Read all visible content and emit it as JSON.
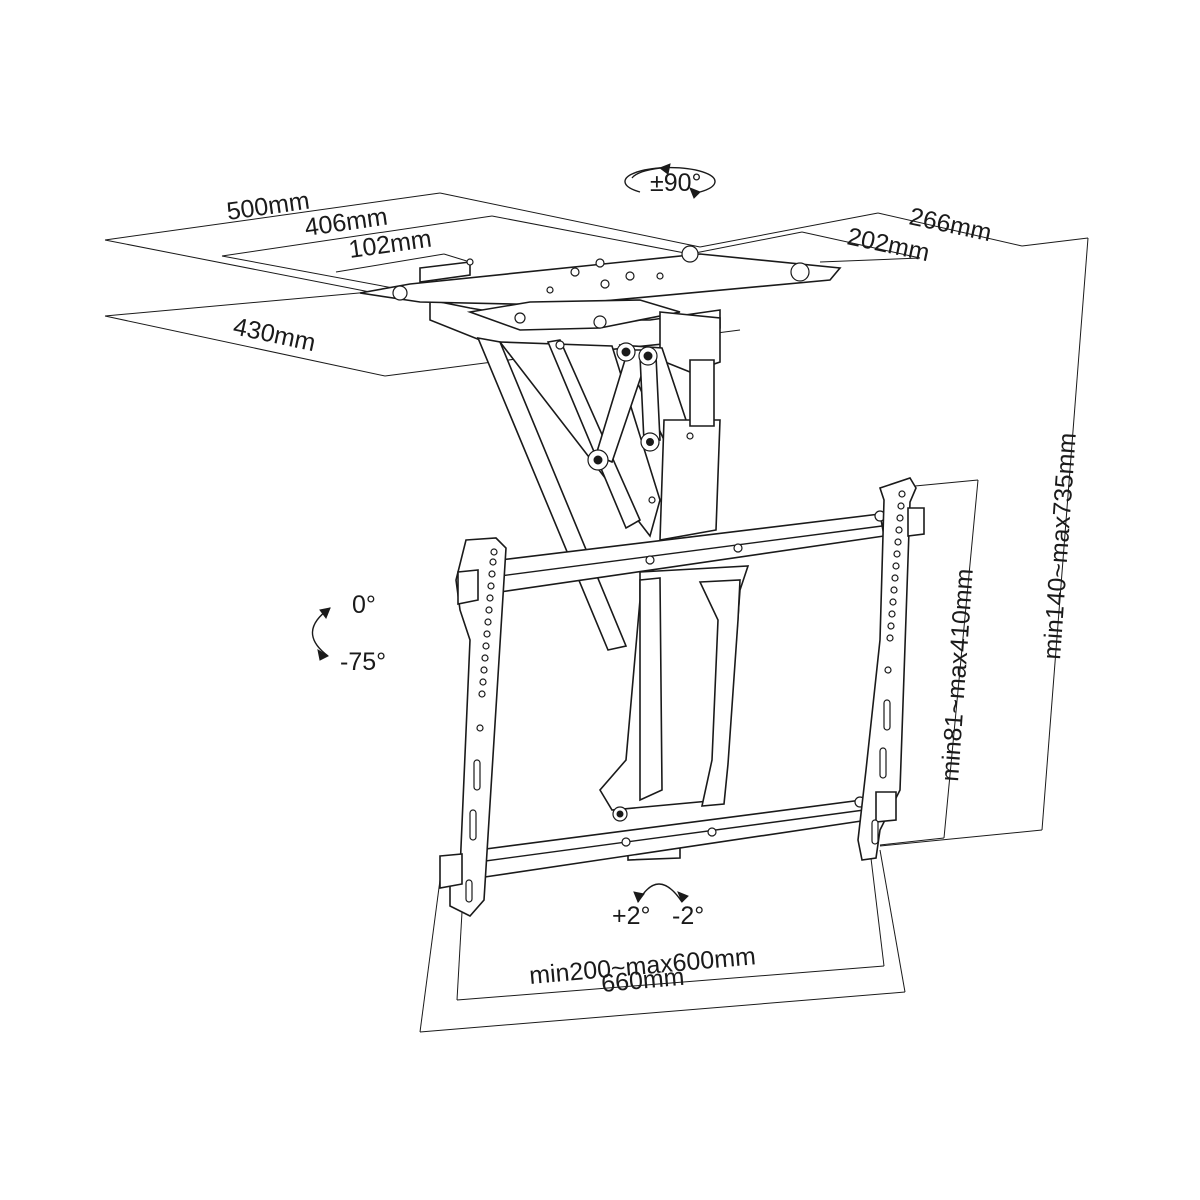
{
  "labels": {
    "rotation": "±90°",
    "top_width_outer": "500mm",
    "top_width_mid": "406mm",
    "top_width_inner": "102mm",
    "top_depth_outer": "266mm",
    "top_depth_inner": "202mm",
    "ceiling_depth": "430mm",
    "height_range": "min140~max735mm",
    "vesa_vertical": "min81~max410mm",
    "vesa_horizontal": "min200~max600mm",
    "plate_width": "660mm",
    "tilt_top": "0°",
    "tilt_bottom": "-75°",
    "swivel_left": "+2°",
    "swivel_right": "-2°"
  },
  "colors": {
    "line": "#1a1a1a",
    "background": "#ffffff"
  }
}
